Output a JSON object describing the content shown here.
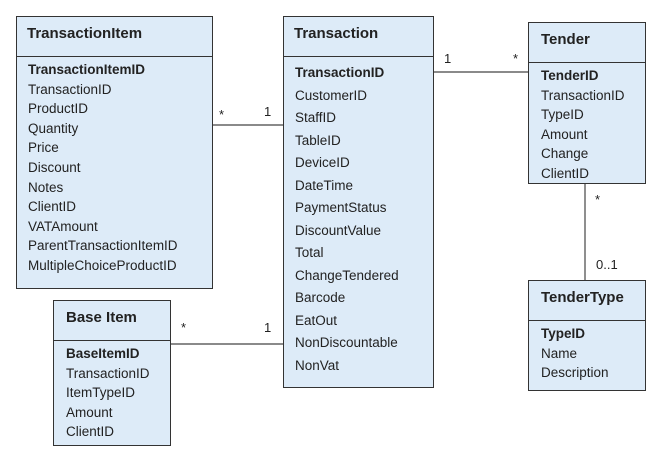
{
  "entities": {
    "transaction_item": {
      "title": "TransactionItem",
      "fields": [
        "TransactionItemID",
        "TransactionID",
        "ProductID",
        "Quantity",
        "Price",
        "Discount",
        "Notes",
        "ClientID",
        "VATAmount",
        "ParentTransactionItemID",
        "MultipleChoiceProductID"
      ]
    },
    "transaction": {
      "title": "Transaction",
      "fields": [
        "TransactionID",
        "CustomerID",
        "StaffID",
        "TableID",
        "DeviceID",
        "DateTime",
        "PaymentStatus",
        "DiscountValue",
        "Total",
        "ChangeTendered",
        "Barcode",
        "EatOut",
        "NonDiscountable",
        "NonVat"
      ]
    },
    "tender": {
      "title": "Tender",
      "fields": [
        "TenderID",
        "TransactionID",
        "TypeID",
        "Amount",
        "Change",
        "ClientID"
      ]
    },
    "base_item": {
      "title": "Base Item",
      "fields": [
        "BaseItemID",
        "TransactionID",
        "ItemTypeID",
        "Amount",
        "ClientID"
      ]
    },
    "tender_type": {
      "title": "TenderType",
      "fields": [
        "TypeID",
        "Name",
        "Description"
      ]
    }
  },
  "relationships": [
    {
      "from": "transaction_item",
      "to": "transaction",
      "from_mult": "*",
      "to_mult": "1"
    },
    {
      "from": "transaction",
      "to": "tender",
      "from_mult": "1",
      "to_mult": "*"
    },
    {
      "from": "base_item",
      "to": "transaction",
      "from_mult": "*",
      "to_mult": "1"
    },
    {
      "from": "tender",
      "to": "tender_type",
      "from_mult": "*",
      "to_mult": "0..1"
    }
  ],
  "colors": {
    "entity_fill": "#ddebf8",
    "border": "#333333",
    "line": "#444444"
  }
}
